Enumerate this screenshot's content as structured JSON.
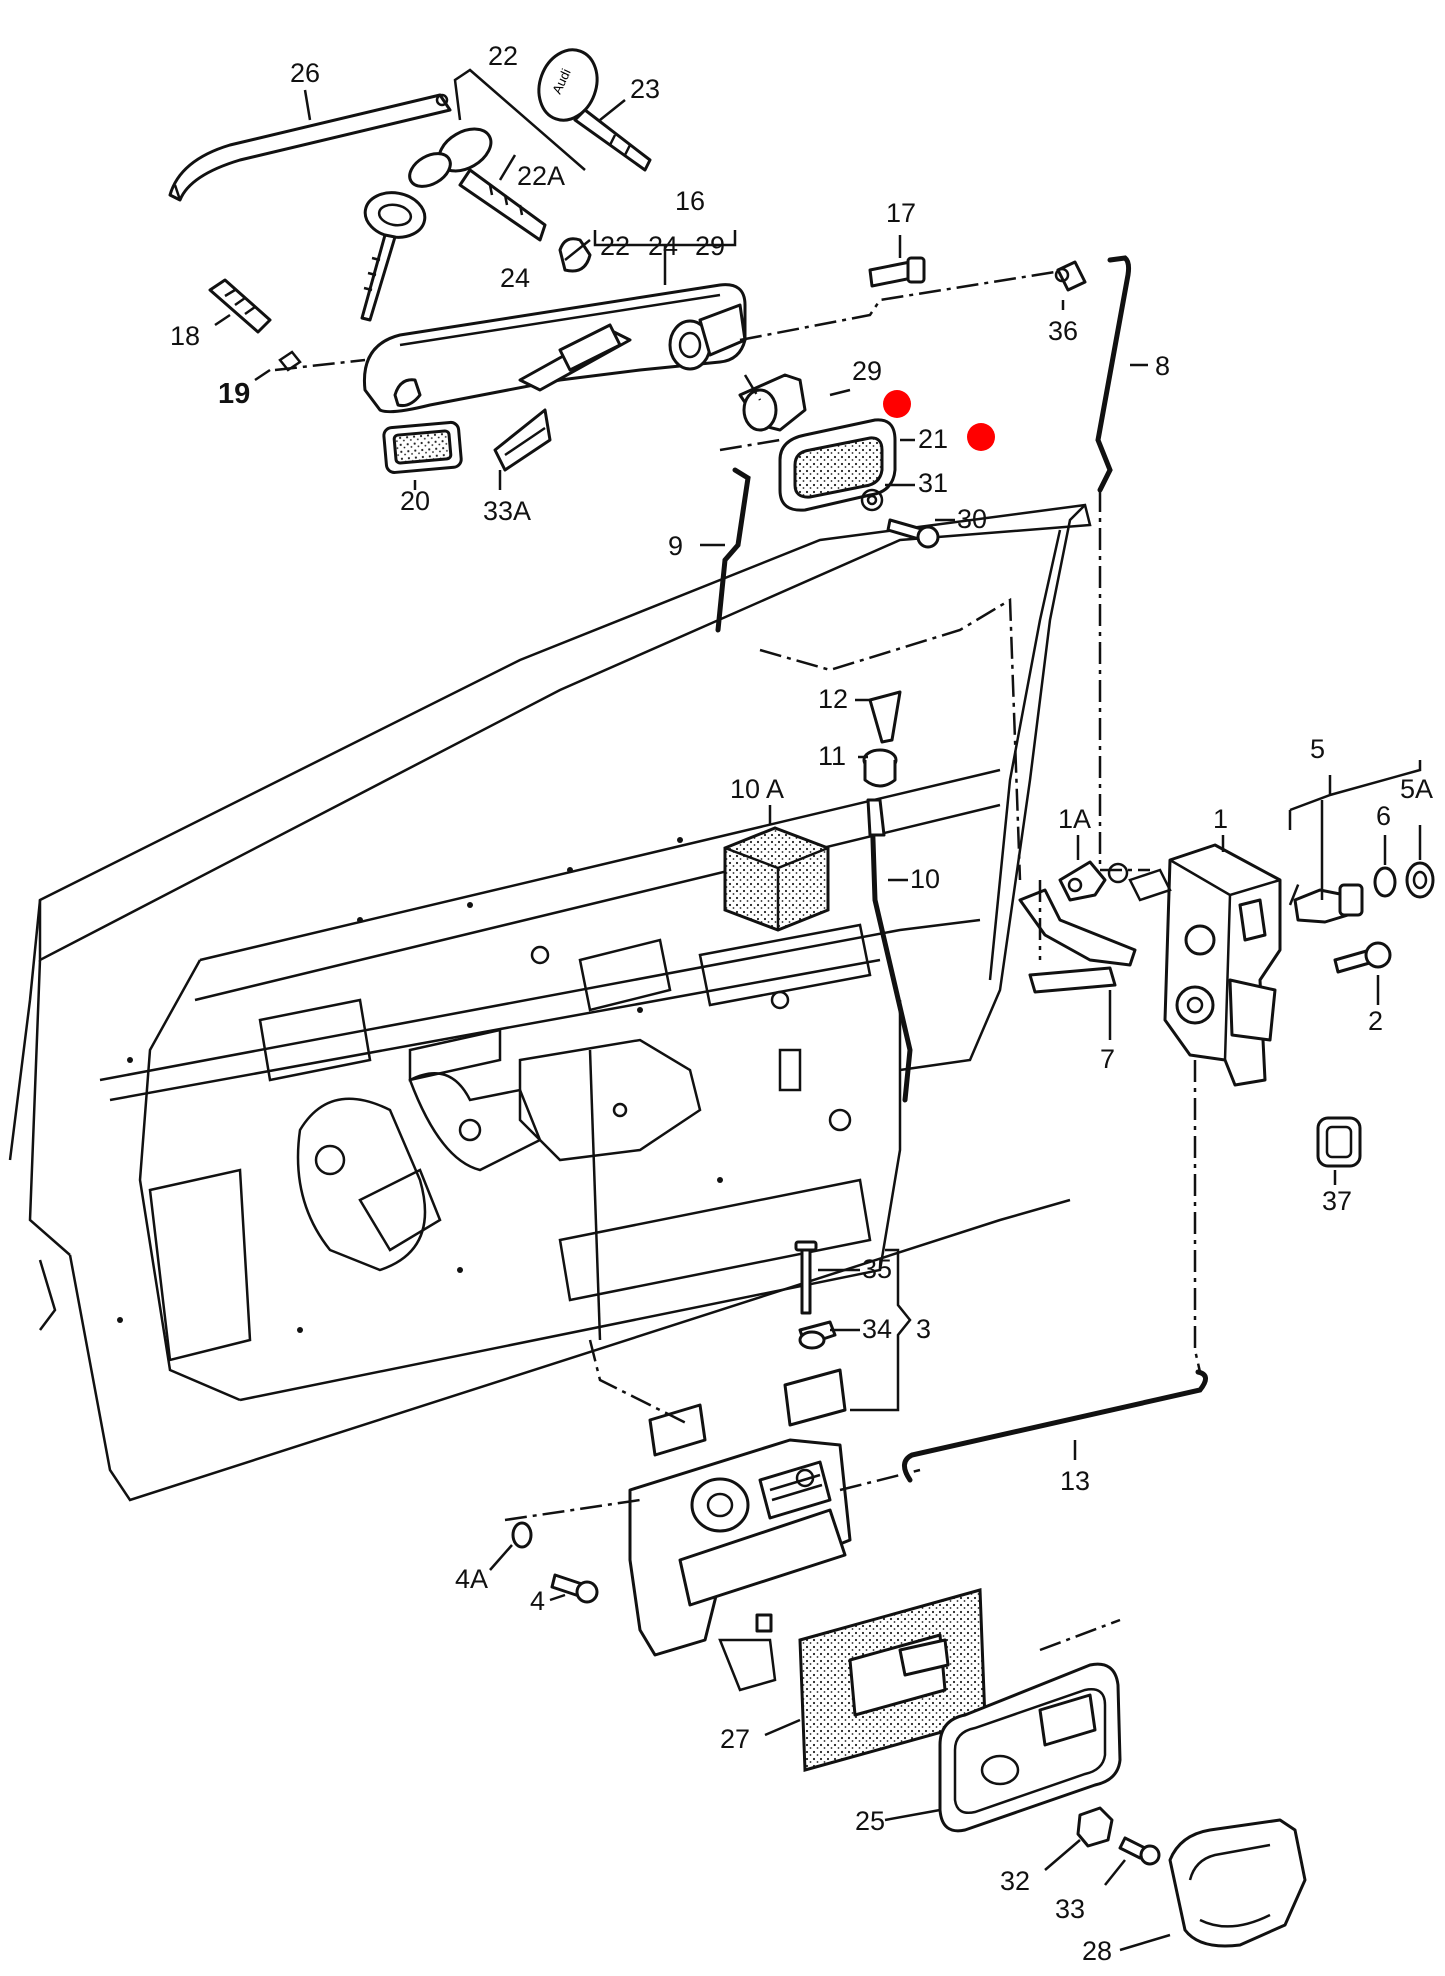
{
  "labels": {
    "l1": "1",
    "l1A": "1A",
    "l2": "2",
    "l3": "3",
    "l4": "4",
    "l4A": "4A",
    "l5": "5",
    "l5A": "5A",
    "l6": "6",
    "l7": "7",
    "l8": "8",
    "l9": "9",
    "l10": "10",
    "l10A": "10 A",
    "l11": "11",
    "l12": "12",
    "l13": "13",
    "l16": "16",
    "l17": "17",
    "l18": "18",
    "l19": "19",
    "l20": "20",
    "l21": "21",
    "l22": "22",
    "l22A": "22A",
    "l23": "23",
    "l24": "24",
    "l25": "25",
    "l26": "26",
    "l27": "27",
    "l28": "28",
    "l29": "29",
    "l30": "30",
    "l31": "31",
    "l32": "32",
    "l33": "33",
    "l33A": "33A",
    "l34": "34",
    "l35": "35",
    "l36": "36",
    "l37": "37",
    "g16a": "22",
    "g16b": "24",
    "g16c": "29"
  },
  "key_brand": "Audi",
  "colors": {
    "line": "#111111",
    "marker": "#ff0000",
    "background": "#ffffff"
  }
}
